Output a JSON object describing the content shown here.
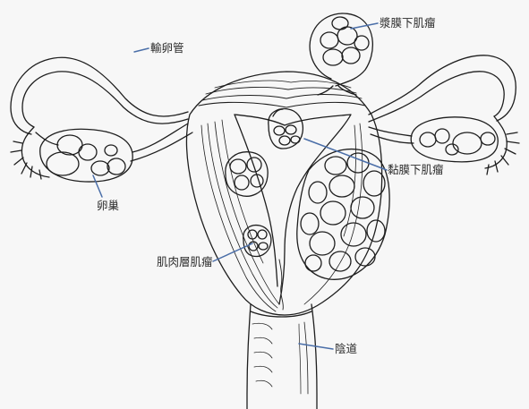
{
  "labels": {
    "oviduct": "輸卵管",
    "subserosal_myoma": "漿膜下肌瘤",
    "submucosal_myoma": "黏膜下肌瘤",
    "ovary": "卵巢",
    "intramural_myoma": "肌肉層肌瘤",
    "vagina": "陰道"
  },
  "colors": {
    "background": "#f7f7f7",
    "ink": "#1e1e1e",
    "pointer_line": "#4a6ea8"
  }
}
